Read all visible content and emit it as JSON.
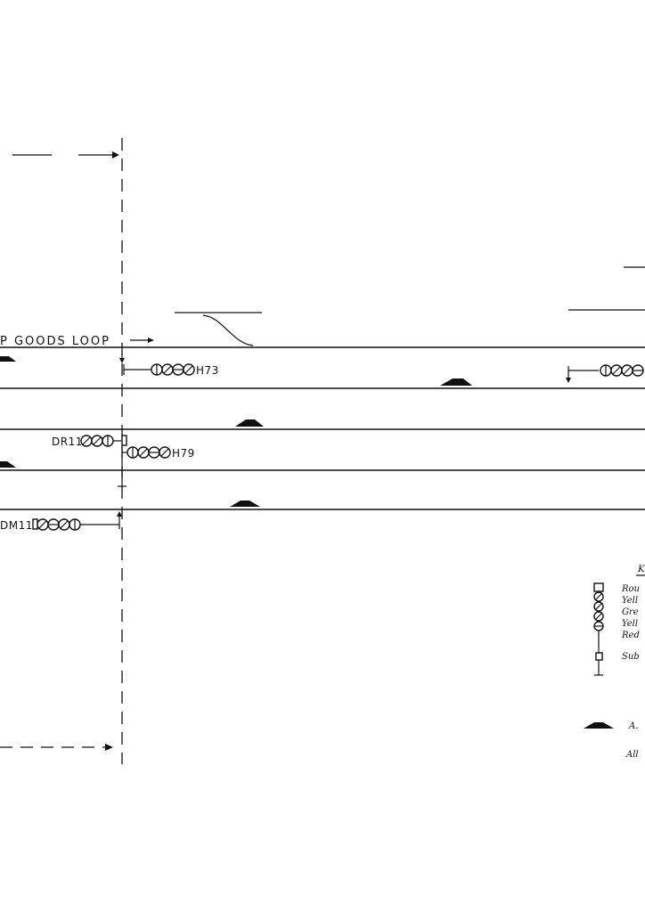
{
  "labels": {
    "goods_loop": "P GOODS LOOP",
    "signal_h73": "H73",
    "signal_h79": "H79",
    "signal_dr11": "DR11",
    "signal_dm11": "DM11"
  },
  "key": {
    "title": "K",
    "items": [
      "Rou",
      "Yell",
      "Gre",
      "Yell",
      "Red",
      "Sub"
    ],
    "pad_label": "A.",
    "footer": "All"
  },
  "colors": {
    "ink": "#111111",
    "paper": "#ffffff"
  }
}
